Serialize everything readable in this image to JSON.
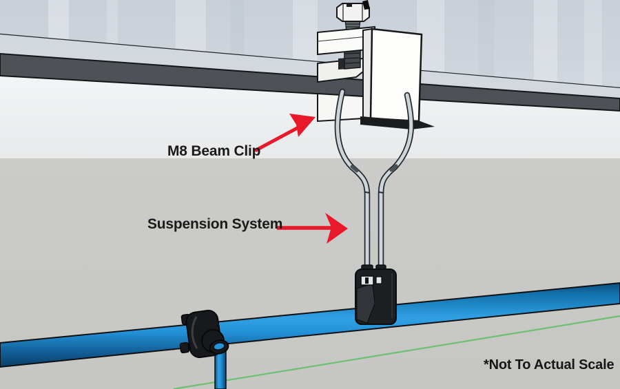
{
  "illustration": {
    "callouts": [
      {
        "id": "m8-beam-clip",
        "label": "M8 Beam Clip"
      },
      {
        "id": "suspension-system",
        "label": "Suspension System"
      }
    ],
    "footnote": "*Not To Actual Scale",
    "components": [
      "ceiling-slab",
      "steel-beam-flange",
      "m8-beam-clip",
      "suspension-wire-loop",
      "pipe-hanger-clamp",
      "blue-pipe-main-run",
      "tee-outlet-clamp",
      "blue-drop-pipe",
      "green-guide-line"
    ],
    "colors": {
      "arrow_red": "#e8192b",
      "pipe_blue": "#2492d8",
      "pipe_blue_dark": "#0b4f80",
      "green_line": "#6cc071",
      "wall_gray": "#c9c9c6",
      "ceiling_white": "#f7f9fa",
      "slab_gray": "#ccd3db",
      "flange_dark": "#4e5257",
      "fitting_black": "#1b1e21",
      "clip_white": "#fcfcfa",
      "wire_gray": "#cdd5da",
      "text_black": "#1a1a1a"
    }
  }
}
